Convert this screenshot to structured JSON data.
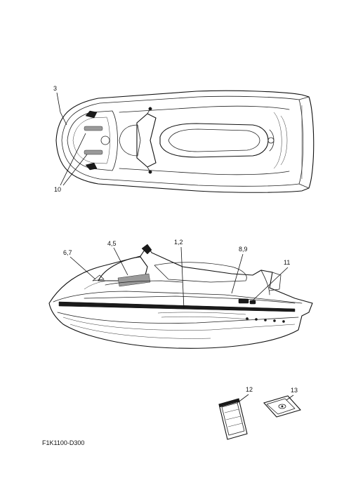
{
  "callouts": {
    "top_view": {
      "label_3": "3",
      "label_10": "10"
    },
    "side_view": {
      "label_6_7": "6,7",
      "label_4_5": "4,5",
      "label_1_2": "1,2",
      "label_8_9": "8,9",
      "label_11": "11"
    },
    "accessories": {
      "label_12": "12",
      "label_13": "13"
    }
  },
  "drawing_code": "F1K1100-D300"
}
